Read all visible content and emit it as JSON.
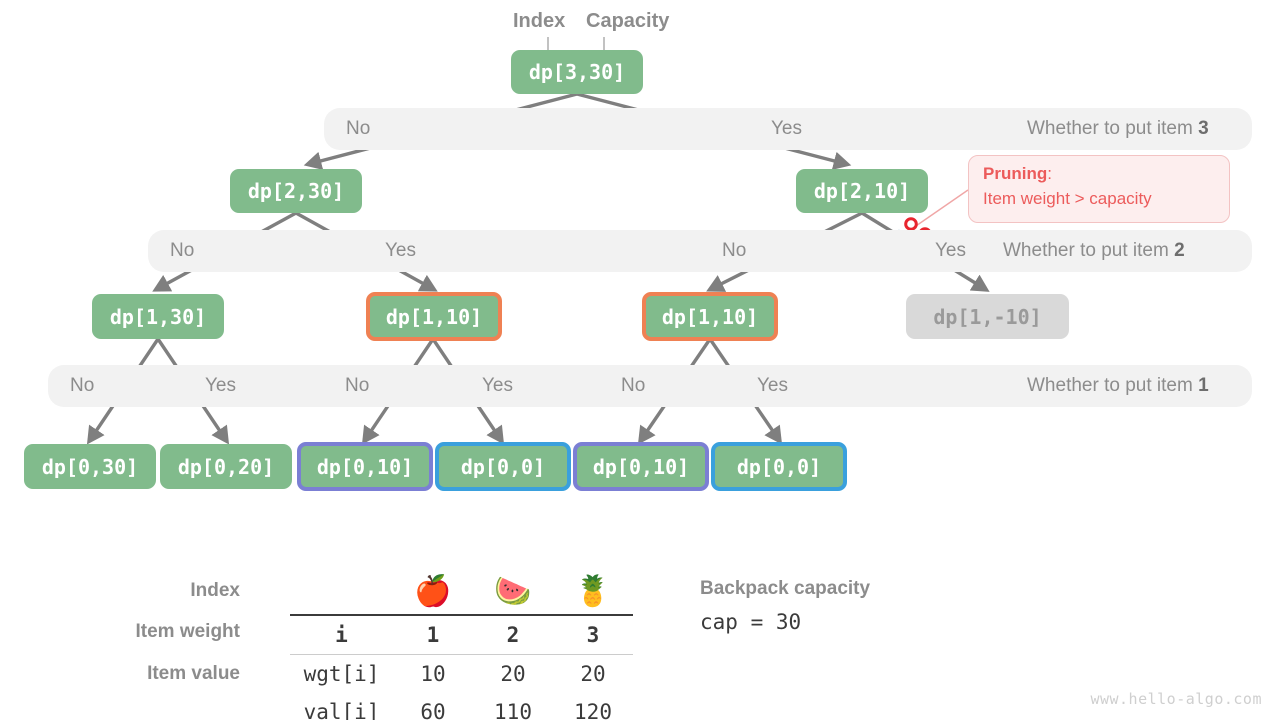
{
  "diagram": {
    "title_labels": [
      {
        "name": "index-label",
        "text": "Index"
      },
      {
        "name": "capacity-label",
        "text": "Capacity"
      }
    ],
    "tree": {
      "levels": [
        {
          "level": 0,
          "nodes": [
            {
              "label": "dp[3,30]",
              "style": "plain"
            }
          ]
        },
        {
          "level": 1,
          "nodes": [
            {
              "label": "dp[2,30]",
              "style": "plain"
            },
            {
              "label": "dp[2,10]",
              "style": "plain"
            }
          ]
        },
        {
          "level": 2,
          "nodes": [
            {
              "label": "dp[1,30]",
              "style": "plain"
            },
            {
              "label": "dp[1,10]",
              "style": "orange-border"
            },
            {
              "label": "dp[1,10]",
              "style": "orange-border"
            },
            {
              "label": "dp[1,-10]",
              "style": "pruned-gray"
            }
          ]
        },
        {
          "level": 3,
          "nodes": [
            {
              "label": "dp[0,30]",
              "style": "plain"
            },
            {
              "label": "dp[0,20]",
              "style": "plain"
            },
            {
              "label": "dp[0,10]",
              "style": "purple-border"
            },
            {
              "label": "dp[0,0]",
              "style": "blue-border"
            },
            {
              "label": "dp[0,10]",
              "style": "purple-border"
            },
            {
              "label": "dp[0,0]",
              "style": "blue-border"
            }
          ]
        }
      ]
    },
    "bands": [
      {
        "name": "band-item-3",
        "title_prefix": "Whether to put item ",
        "title_item": "3",
        "branch_labels": [
          "No",
          "Yes"
        ]
      },
      {
        "name": "band-item-2",
        "title_prefix": "Whether to put item ",
        "title_item": "2",
        "branch_labels": [
          "No",
          "Yes",
          "No",
          "Yes"
        ]
      },
      {
        "name": "band-item-1",
        "title_prefix": "Whether to put item ",
        "title_item": "1",
        "branch_labels": [
          "No",
          "Yes",
          "No",
          "Yes",
          "No",
          "Yes"
        ]
      }
    ],
    "pruning_callout": {
      "heading": "Pruning",
      "heading_suffix": ":",
      "detail": "Item weight > capacity",
      "icon": "scissors-icon"
    },
    "table": {
      "item_icons": [
        "🍎",
        "🍉",
        "🍍"
      ],
      "row_labels": [
        "Index",
        "Item weight",
        "Item value"
      ],
      "rows": [
        {
          "name": "i",
          "values": [
            "1",
            "2",
            "3"
          ]
        },
        {
          "name": "wgt[i]",
          "values": [
            "10",
            "20",
            "20"
          ]
        },
        {
          "name": "val[i]",
          "values": [
            "60",
            "110",
            "120"
          ]
        }
      ]
    },
    "capacity_note": {
      "label": "Backpack capacity",
      "value": "cap = 30"
    },
    "watermark": "www.hello-algo.com",
    "colors": {
      "node_green": "#81bb8c",
      "orange_border": "#ef8153",
      "purple_border": "#7b7fd4",
      "blue_border": "#3aa0dd",
      "pruned_gray": "#d9d9d9",
      "band_gray": "#f2f2f2",
      "edge_gray": "#7f7f7f",
      "pruning_red": "#ec5b5b",
      "label_gray": "#8c8c8c"
    }
  }
}
